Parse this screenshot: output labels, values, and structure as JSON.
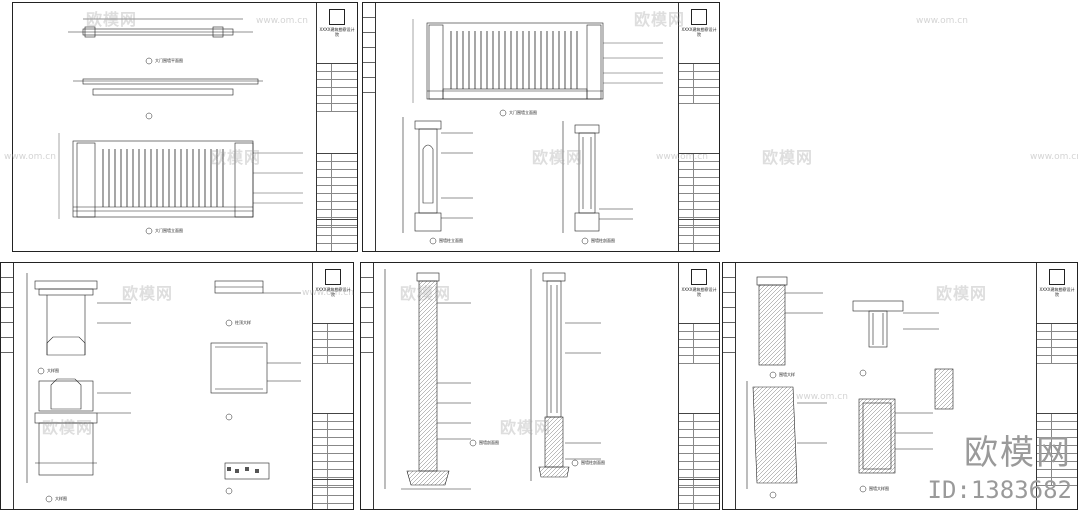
{
  "watermark": {
    "brand": "欧模网",
    "url": "www.om.cn",
    "id": "ID:1383682"
  },
  "title_block": {
    "company": "XXXX建筑勘察设计院"
  },
  "sheets": [
    {
      "id": "s1",
      "drawings": [
        {
          "label": "大门围墙平面图"
        },
        {
          "label": "大门围墙立面图"
        }
      ]
    },
    {
      "id": "s2",
      "drawings": [
        {
          "label": "大门围墙立面图"
        },
        {
          "label": "围墙柱立面图"
        },
        {
          "label": "围墙柱剖面图"
        }
      ]
    },
    {
      "id": "s3",
      "drawings": [
        {
          "label": "大样图"
        },
        {
          "label": "柱顶大样"
        },
        {
          "label": "大样图"
        }
      ]
    },
    {
      "id": "s4",
      "drawings": [
        {
          "label": "围墙剖面图"
        },
        {
          "label": "围墙柱剖面图"
        }
      ]
    },
    {
      "id": "s5",
      "drawings": [
        {
          "label": "围墙大样"
        },
        {
          "label": "围墙大样图"
        }
      ]
    }
  ],
  "colors": {
    "line": "#222222",
    "watermark": "#a0a0a0"
  }
}
